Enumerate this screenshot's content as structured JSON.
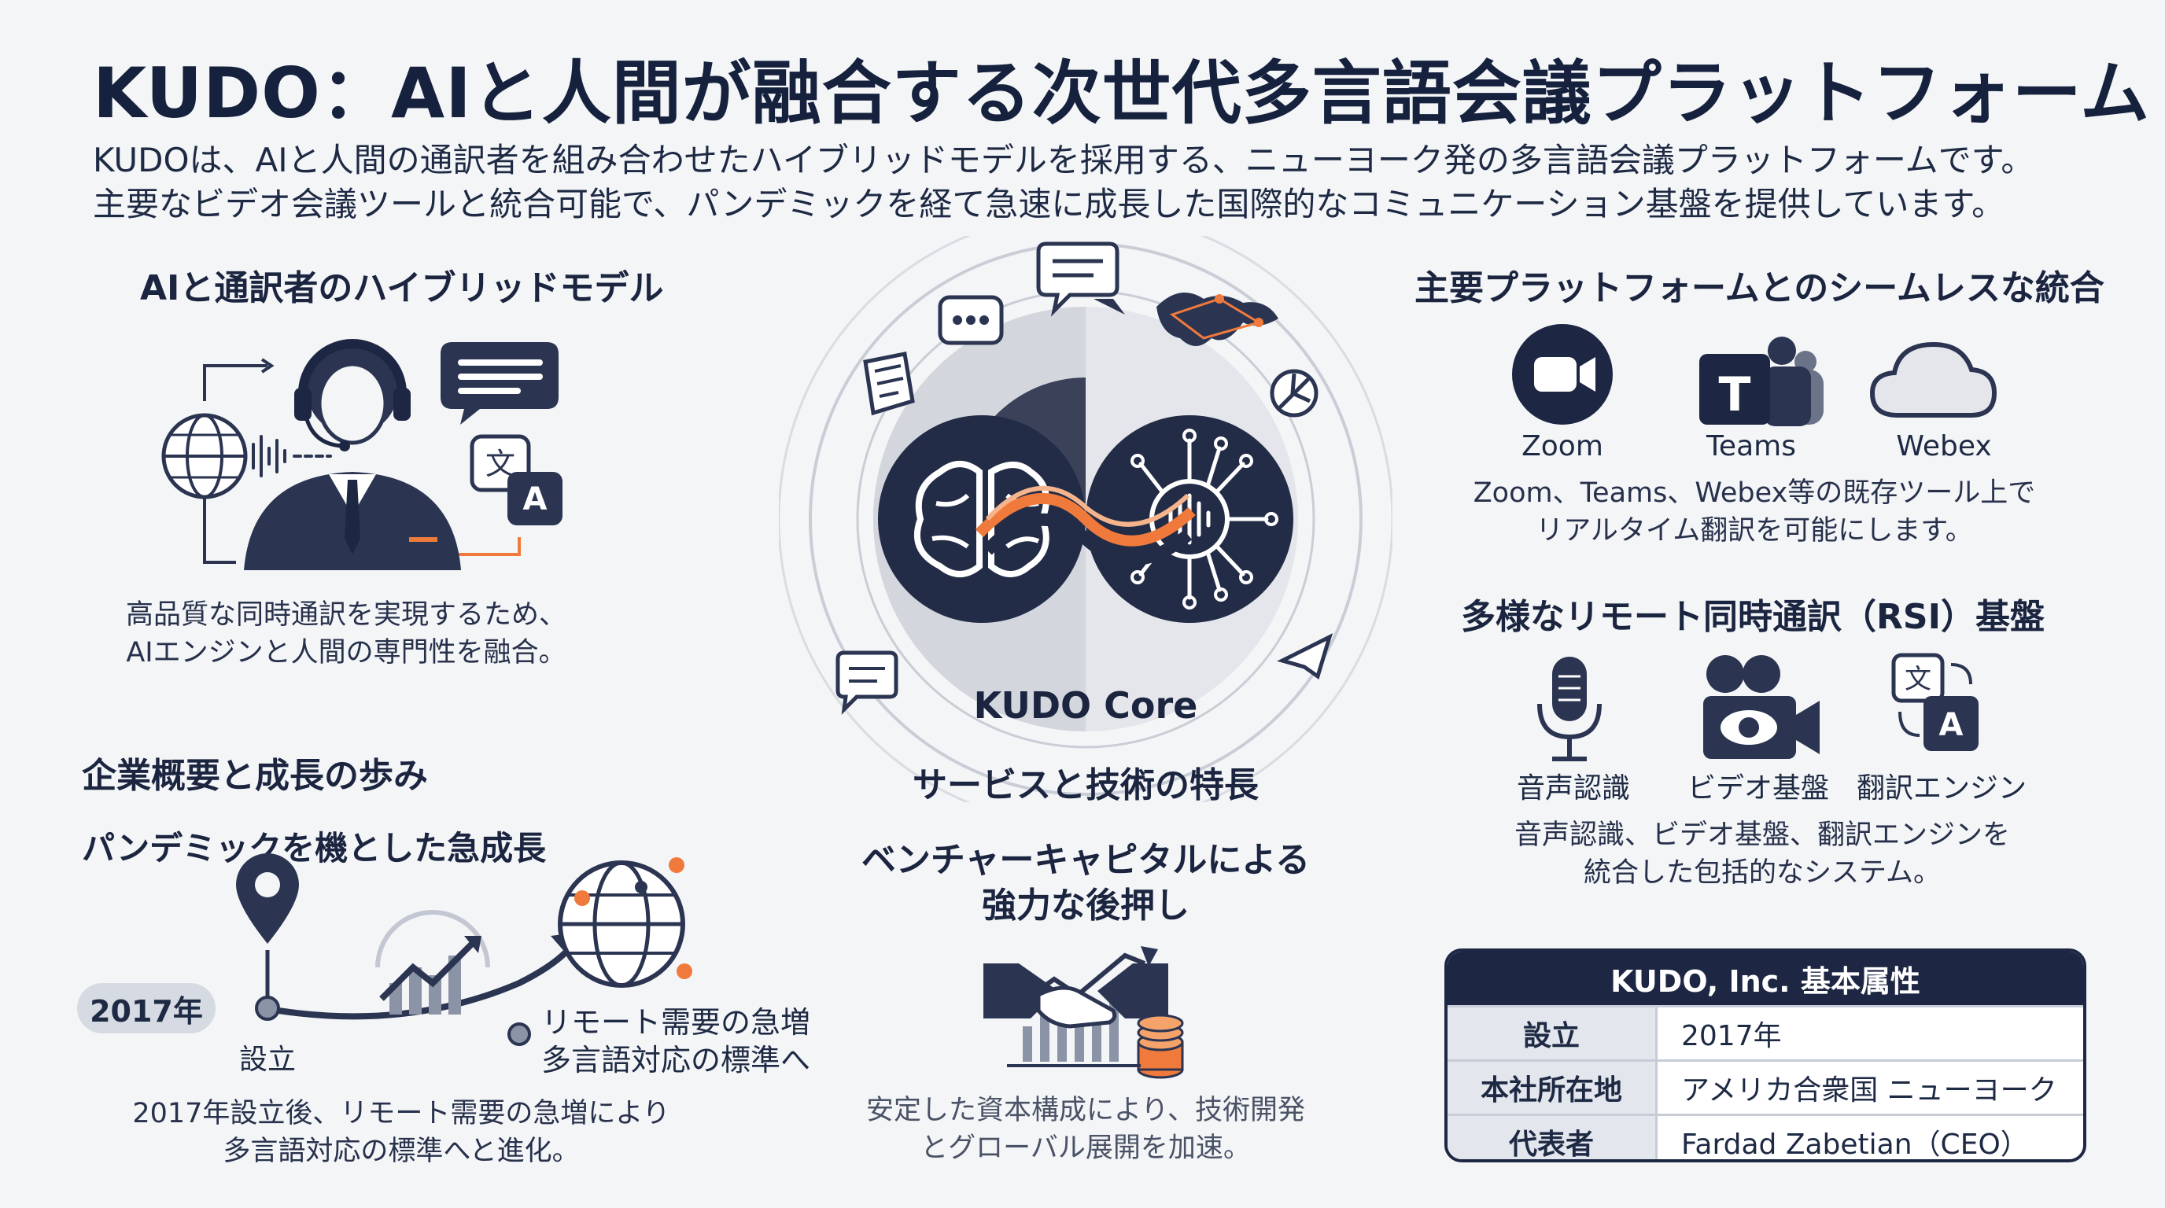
{
  "title": "KUDO：AIと人間が融合する次世代多言語会議プラットフォーム",
  "intro": [
    "KUDOは、AIと人間の通訳者を組み合わせたハイブリッドモデルを採用する、ニューヨーク発の多言語会議プラットフォームです。",
    "主要なビデオ会議ツールと統合可能で、パンデミックを経て急速に成長した国際的なコミュニケーション基盤を提供しています。"
  ],
  "hybrid": {
    "heading": "AIと通訳者のハイブリッドモデル",
    "caption": [
      "高品質な同時通訳を実現するため、",
      "AIエンジンと人間の専門性を融合。"
    ],
    "translate_glyph": "文",
    "translate_letter": "A"
  },
  "core": {
    "label": "KUDO Core",
    "subtitle": "サービスと技術の特長"
  },
  "integration": {
    "heading": "主要プラットフォームとのシームレスな統合",
    "platforms": [
      "Zoom",
      "Teams",
      "Webex"
    ],
    "teams_letter": "T",
    "caption": [
      "Zoom、Teams、Webex等の既存ツール上で",
      "リアルタイム翻訳を可能にします。"
    ]
  },
  "rsi": {
    "heading": "多様なリモート同時通訳（RSI）基盤",
    "items": [
      "音声認識",
      "ビデオ基盤",
      "翻訳エンジン"
    ],
    "translate_glyph": "文",
    "translate_letter": "A",
    "caption": [
      "音声認識、ビデオ基盤、翻訳エンジンを",
      "統合した包括的なシステム。"
    ]
  },
  "company": {
    "heading": "企業概要と成長の歩み",
    "subheading": "パンデミックを機とした急成長",
    "year_pill": "2017年",
    "founded_label": "設立",
    "demand_label": [
      "リモート需要の急増",
      "多言語対応の標準へ"
    ],
    "caption": [
      "2017年設立後、リモート需要の急増により",
      "多言語対応の標準へと進化。"
    ]
  },
  "vc": {
    "heading": [
      "ベンチャーキャピタルによる",
      "強力な後押し"
    ],
    "caption": [
      "安定した資本構成により、技術開発",
      "とグローバル展開を加速。"
    ]
  },
  "table": {
    "title": "KUDO, Inc. 基本属性",
    "rows": [
      {
        "key": "設立",
        "value": "2017年"
      },
      {
        "key": "本社所在地",
        "value": "アメリカ合衆国 ニューヨーク"
      },
      {
        "key": "代表者",
        "value": "Fardad Zabetian（CEO）"
      }
    ]
  },
  "colors": {
    "navy": "#1d2744",
    "accent_orange": "#f07a3c",
    "background": "#f4f5f7"
  }
}
